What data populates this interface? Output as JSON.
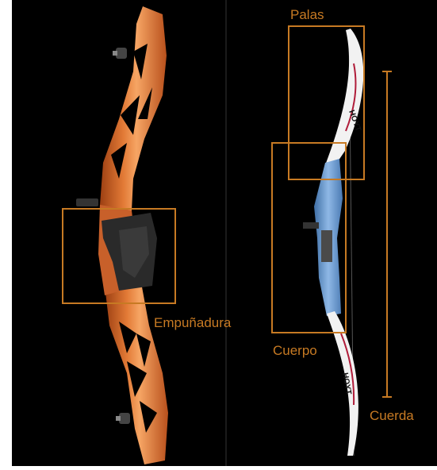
{
  "labels": {
    "palas": "Palas",
    "empunadura": "Empuñadura",
    "cuerpo": "Cuerpo",
    "cuerda": "Cuerda"
  },
  "limb_brand": "HOYT",
  "colors": {
    "background": "#000000",
    "annotation": "#c77a23",
    "riser_main": "#d6682a",
    "riser_light": "#f09a55",
    "grip": "#2a2a2a",
    "blue_riser": "#6e9fd6",
    "limb": "#f2f2f2",
    "limb_accent": "#b01d3a"
  }
}
